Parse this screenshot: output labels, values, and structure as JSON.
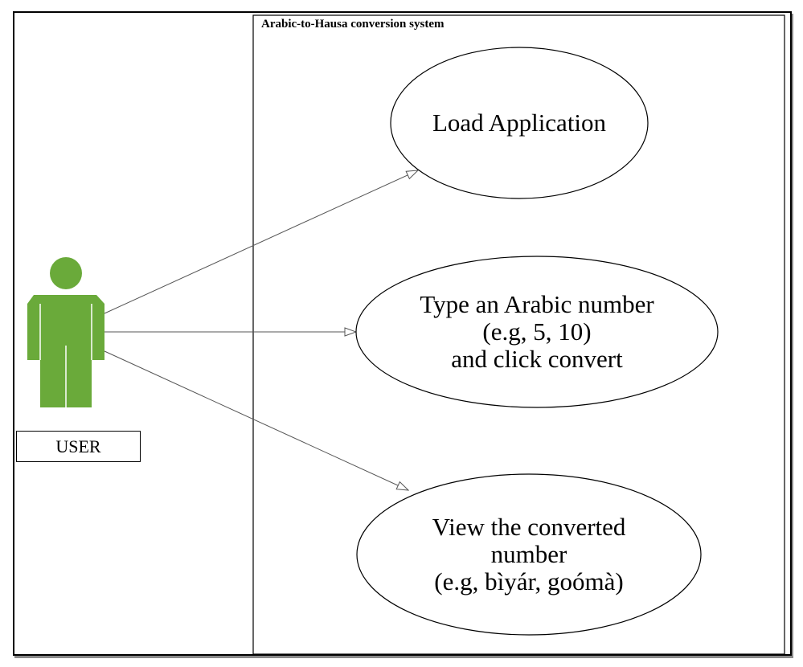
{
  "diagram": {
    "system_title": "Arabic-to-Hausa conversion system",
    "actor": {
      "label": "USER",
      "color": "#6aaa3a"
    },
    "use_cases": [
      {
        "lines": [
          "Load Application"
        ]
      },
      {
        "lines": [
          "Type an Arabic number",
          "(e.g, 5, 10)",
          "and click convert"
        ]
      },
      {
        "lines": [
          "View the converted",
          "number",
          "(e.g, bìyár, goómà)"
        ]
      }
    ]
  }
}
